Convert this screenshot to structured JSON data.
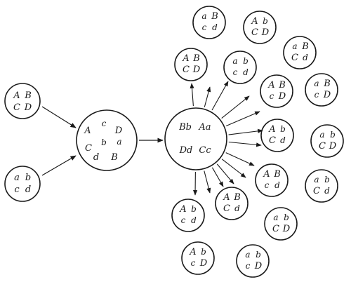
{
  "parents": [
    {
      "id": "p1",
      "letters": [
        "A",
        "B",
        "C",
        "D"
      ]
    },
    {
      "id": "p2",
      "letters": [
        "a",
        "b",
        "c",
        "d"
      ]
    }
  ],
  "zygote": {
    "letters": [
      "c",
      "A",
      "D",
      "b",
      "a",
      "C",
      "d",
      "B"
    ]
  },
  "pairs": {
    "letters": [
      "Bb",
      "Aa",
      "Dd",
      "Cc"
    ]
  },
  "gametes": [
    {
      "id": "g01",
      "letters": [
        "a",
        "B",
        "c",
        "d"
      ]
    },
    {
      "id": "g02",
      "letters": [
        "A",
        "b",
        "C",
        "D"
      ]
    },
    {
      "id": "g03",
      "letters": [
        "A",
        "B",
        "C",
        "D"
      ]
    },
    {
      "id": "g04",
      "letters": [
        "a",
        "b",
        "c",
        "d"
      ]
    },
    {
      "id": "g05",
      "letters": [
        "a",
        "B",
        "C",
        "d"
      ]
    },
    {
      "id": "g06",
      "letters": [
        "A",
        "B",
        "c",
        "D"
      ]
    },
    {
      "id": "g07",
      "letters": [
        "a",
        "B",
        "c",
        "D"
      ]
    },
    {
      "id": "g08",
      "letters": [
        "A",
        "b",
        "C",
        "d"
      ]
    },
    {
      "id": "g09",
      "letters": [
        "a",
        "b",
        "C",
        "D"
      ]
    },
    {
      "id": "g10",
      "letters": [
        "A",
        "B",
        "c",
        "d"
      ]
    },
    {
      "id": "g11",
      "letters": [
        "a",
        "b",
        "C",
        "d"
      ]
    },
    {
      "id": "g12",
      "letters": [
        "A",
        "B",
        "C",
        "d"
      ]
    },
    {
      "id": "g13",
      "letters": [
        "A",
        "b",
        "c",
        "d"
      ]
    },
    {
      "id": "g14",
      "letters": [
        "a",
        "b",
        "C",
        "D"
      ]
    },
    {
      "id": "g15",
      "letters": [
        "A",
        "b",
        "c",
        "D"
      ]
    },
    {
      "id": "g16",
      "letters": [
        "a",
        "b",
        "c",
        "D"
      ]
    }
  ],
  "colors": {
    "ink": "#1a1a1a",
    "paper": "#ffffff"
  }
}
